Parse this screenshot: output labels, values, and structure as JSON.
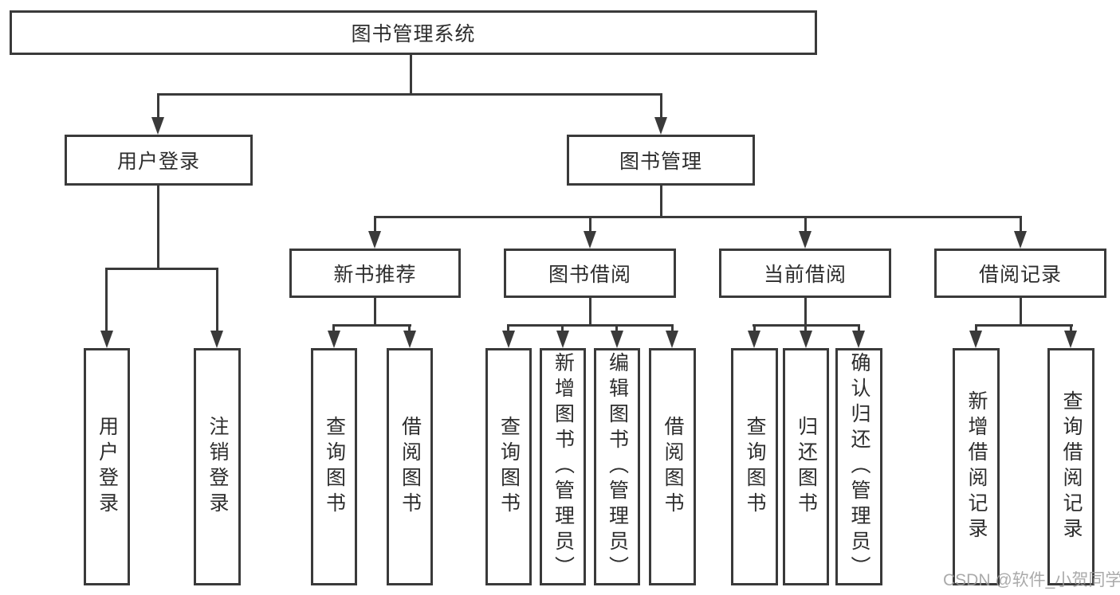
{
  "watermark": "CSDN @软件_小贺同学",
  "colors": {
    "line": "#3a3a3a",
    "text": "#2d2d2d",
    "watermark_text": "#9b9b9b",
    "background": "#ffffff"
  },
  "diagram_type": "functional-structure-tree",
  "tree": {
    "root": "图书管理系统",
    "children": [
      {
        "label": "用户登录",
        "children": [
          {
            "label": "用户登录"
          },
          {
            "label": "注销登录"
          }
        ]
      },
      {
        "label": "图书管理",
        "children": [
          {
            "label": "新书推荐",
            "children": [
              {
                "label": "查询图书"
              },
              {
                "label": "借阅图书"
              }
            ]
          },
          {
            "label": "图书借阅",
            "children": [
              {
                "label": "查询图书"
              },
              {
                "label": "新增图书（管理员）"
              },
              {
                "label": "编辑图书（管理员）"
              },
              {
                "label": "借阅图书"
              }
            ]
          },
          {
            "label": "当前借阅",
            "children": [
              {
                "label": "查询图书"
              },
              {
                "label": "归还图书"
              },
              {
                "label": "确认归还（管理员）"
              }
            ]
          },
          {
            "label": "借阅记录",
            "children": [
              {
                "label": "新增借阅记录"
              },
              {
                "label": "查询借阅记录"
              }
            ]
          }
        ]
      }
    ]
  }
}
